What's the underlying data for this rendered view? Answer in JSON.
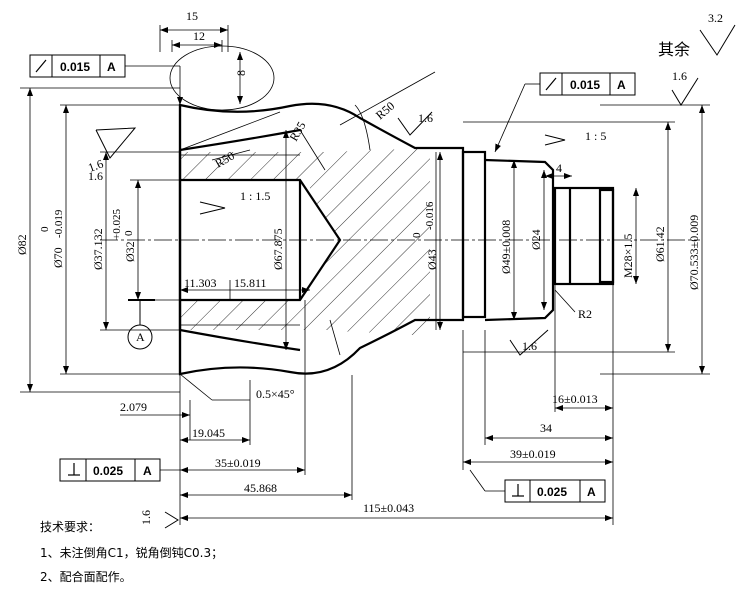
{
  "dimensions": {
    "top_15": "15",
    "top_12": "12",
    "top_8": "8",
    "dia_82": "Ø82",
    "dia_70": "Ø70",
    "dia_70_tol_upper": "0",
    "dia_70_tol_lower": "-0.019",
    "dia_37": "Ø37.132",
    "dia_32": "Ø32",
    "dia_32_tol_upper": "+0.025",
    "dia_32_tol_lower": "0",
    "dia_67": "Ø67.875",
    "dia_43": "Ø43",
    "dia_43_tol_upper": "0",
    "dia_43_tol_lower": "-0.016",
    "dia_49": "Ø49±0.008",
    "dia_24": "Ø24",
    "thread": "M28×1.5",
    "dia_61": "Ø61.42",
    "dia_70533": "Ø70.533±0.009",
    "taper_1_1_5": "1 : 1.5",
    "taper_1_5": "1 : 5",
    "r50_top": "R50",
    "r35": "R35",
    "r50_inner": "R50",
    "r2": "R2",
    "len_11303": "11.303",
    "len_15811": "15.811",
    "chamfer": "0.5×45°",
    "len_2079": "2.079",
    "len_19045": "19.045",
    "len_35": "35±0.019",
    "len_45868": "45.868",
    "len_115": "115±0.043",
    "len_4": "4",
    "len_16": "16±0.013",
    "len_34": "34",
    "len_39": "39±0.019"
  },
  "roughness": {
    "other_label": "其余",
    "other_value": "3.2",
    "r_1_6": "1.6"
  },
  "datum": {
    "label": "A"
  },
  "tolerance_frames": [
    {
      "symbol": "runout",
      "value": "0.015",
      "datum": "A"
    },
    {
      "symbol": "runout",
      "value": "0.015",
      "datum": "A"
    },
    {
      "symbol": "perpendicularity",
      "value": "0.025",
      "datum": "A"
    },
    {
      "symbol": "perpendicularity",
      "value": "0.025",
      "datum": "A"
    }
  ],
  "notes": {
    "title": "技术要求：",
    "line1": "1、未注倒角C1，锐角倒钝C0.3；",
    "line2": "2、配合面配作。"
  }
}
